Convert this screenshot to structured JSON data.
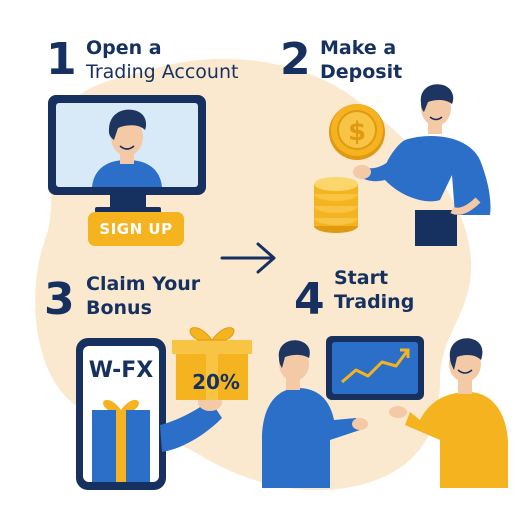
{
  "steps": [
    {
      "number": "1",
      "line1": "Open a",
      "line2": "Trading Account"
    },
    {
      "number": "2",
      "line1": "Make a",
      "line2": "Deposit"
    },
    {
      "number": "3",
      "line1": "Claim Your",
      "line2": "Bonus"
    },
    {
      "number": "4",
      "line1": "Start",
      "line2": "Trading"
    }
  ],
  "signup_label": "SIGN UP",
  "phone_brand": "W-FX",
  "gift_label": "20%",
  "coin_symbol": "$",
  "colors": {
    "navy": "#16315f",
    "blue": "#2c6fc8",
    "yellow": "#f5b320",
    "blob": "#fbe9cf",
    "skin": "#f4c9a6",
    "hair": "#1d3560"
  }
}
